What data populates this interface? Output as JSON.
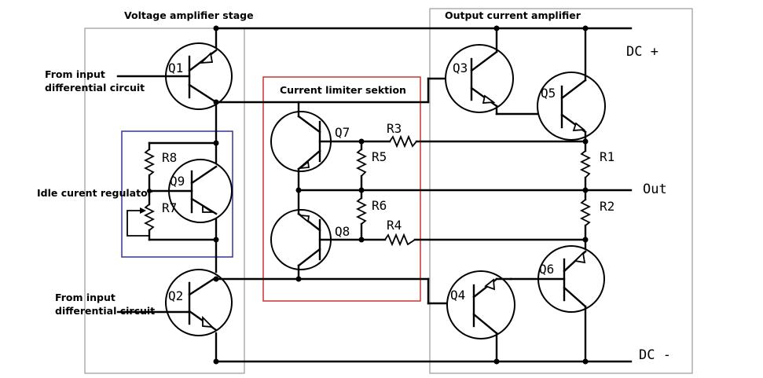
{
  "sections": {
    "voltage_amplifier": "Voltage amplifier stage",
    "output_current_amplifier": "Output current amplifier",
    "current_limiter": "Current limiter sektion",
    "idle_current_regulator": "Idle curent regulator"
  },
  "inputs": {
    "top": [
      "From input",
      "differential circuit"
    ],
    "bottom": [
      "From input",
      "differential circuit"
    ]
  },
  "rails": {
    "positive": "DC +",
    "output": "Out",
    "negative": "DC -"
  },
  "transistors": [
    "Q1",
    "Q2",
    "Q3",
    "Q4",
    "Q5",
    "Q6",
    "Q7",
    "Q8",
    "Q9"
  ],
  "resistors": [
    "R1",
    "R2",
    "R3",
    "R4",
    "R5",
    "R6",
    "R7",
    "R8"
  ],
  "colors": {
    "limiter_box": "#cc3333",
    "idle_box": "#333399",
    "section_box": "#999999",
    "wire": "#000000"
  }
}
